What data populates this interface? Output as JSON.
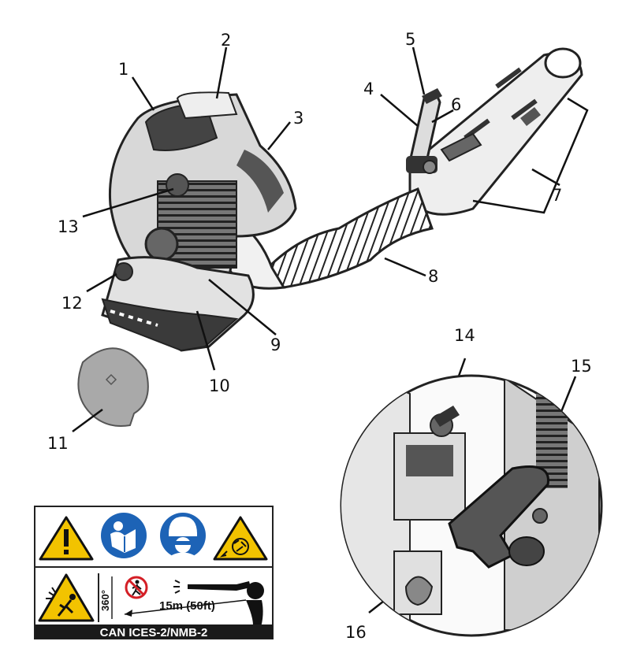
{
  "callouts": [
    "1",
    "2",
    "3",
    "4",
    "5",
    "6",
    "7",
    "8",
    "9",
    "10",
    "11",
    "12",
    "13",
    "14",
    "15",
    "16"
  ],
  "safety_label": {
    "distance_text": "15m (50ft)",
    "angle_text": "360°",
    "footer_text": "CAN ICES-2/NMB-2",
    "icons": [
      "warning-icon",
      "read-manual-icon",
      "wear-protection-icon",
      "rotating-fan-hazard-icon",
      "thrown-objects-warning-icon",
      "no-bystanders-icon"
    ]
  },
  "colors": {
    "warning_yellow": "#f2c300",
    "mandatory_blue": "#1d63b6",
    "prohibition_red": "#d41f26",
    "footer_black": "#1a1a1a"
  }
}
